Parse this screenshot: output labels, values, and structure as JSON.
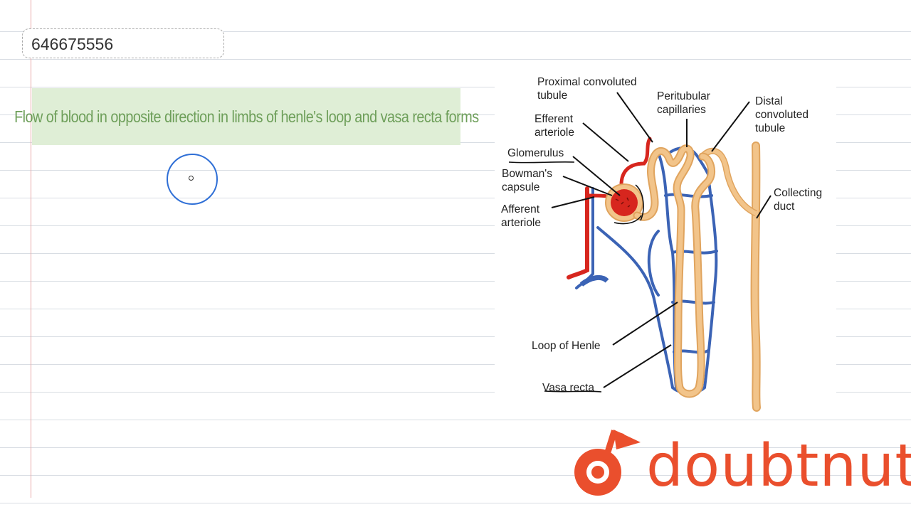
{
  "question_id": "646675556",
  "question_text": "Flow of blood in opposite direction in limbs of henle's loop and vasa recta forms",
  "diagram": {
    "labels": {
      "pct_line1": "Proximal convoluted",
      "pct_line2": "tubule",
      "peritubular_line1": "Peritubular",
      "peritubular_line2": "capillaries",
      "dct_line1": "Distal",
      "dct_line2": "convoluted",
      "dct_line3": "tubule",
      "efferent_line1": "Efferent",
      "efferent_line2": "arteriole",
      "glomerulus": "Glomerulus",
      "bowman_line1": "Bowman's",
      "bowman_line2": "capsule",
      "afferent_line1": "Afferent",
      "afferent_line2": "arteriole",
      "collecting_line1": "Collecting",
      "collecting_line2": "duct",
      "loop": "Loop of Henle",
      "vasa": "Vasa recta"
    },
    "colors": {
      "artery": "#d7261e",
      "vein": "#3b63b5",
      "tubule": "#f2c48a",
      "tubule_edge": "#e0a45e"
    }
  },
  "brand": {
    "name": "doubtnut",
    "color": "#ea4f2d"
  }
}
